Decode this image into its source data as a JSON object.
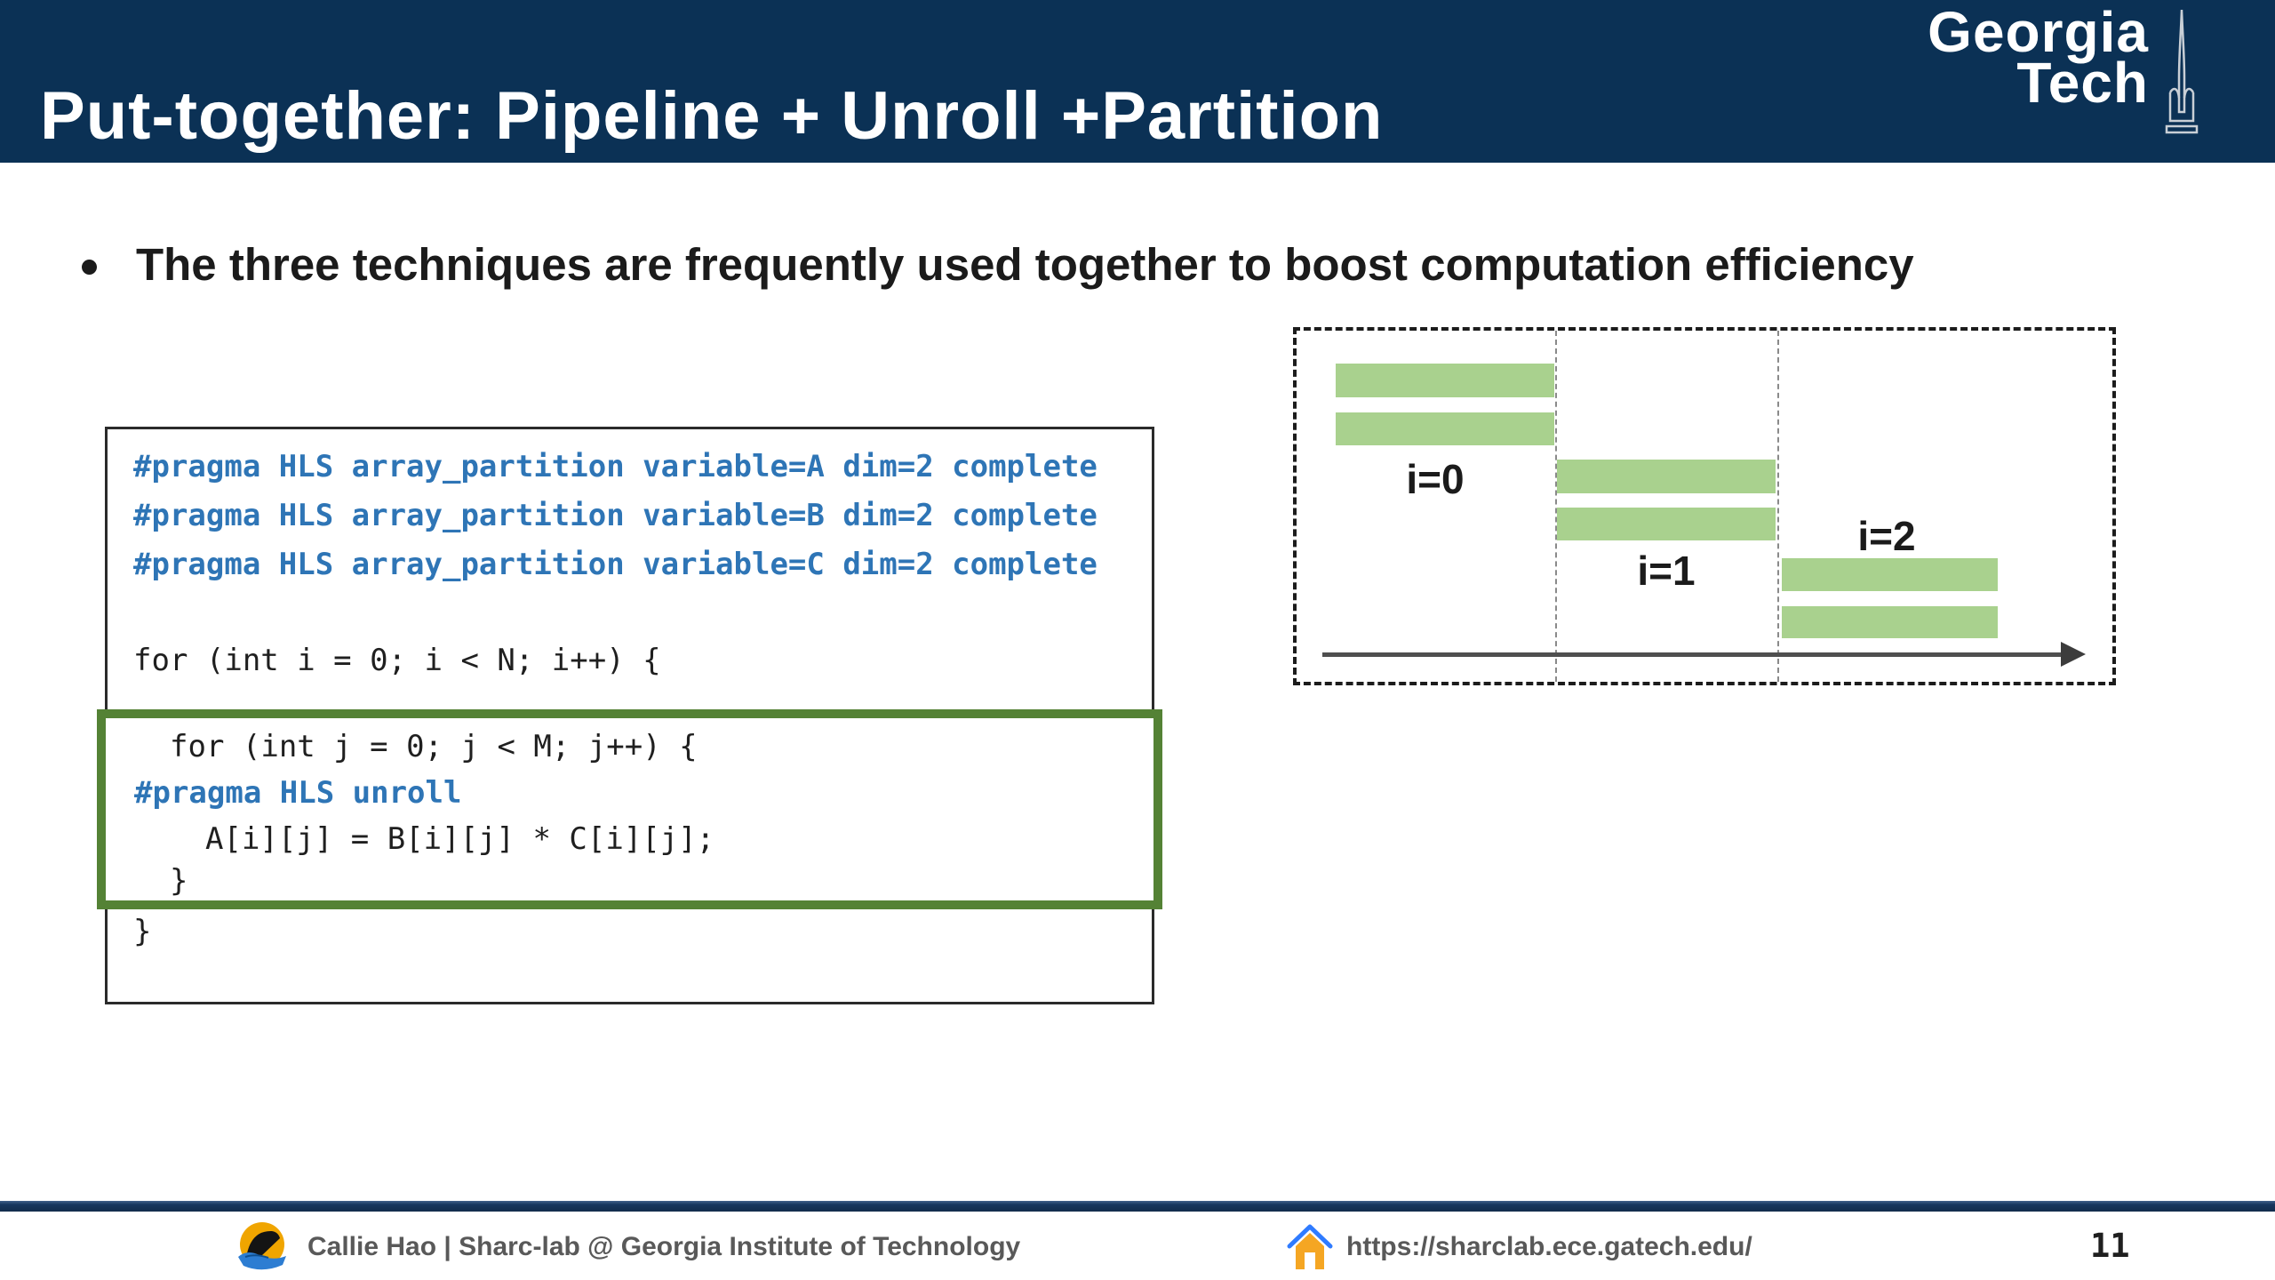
{
  "slide": {
    "title": "Put-together: Pipeline + Unroll +Partition",
    "bullet": "The three techniques are frequently used together to boost computation efficiency",
    "page_number": "11"
  },
  "logo": {
    "line1": "Georgia",
    "line2": "Tech"
  },
  "code": {
    "pragma_a": "#pragma HLS array_partition variable=A dim=2 complete",
    "pragma_b": "#pragma HLS array_partition variable=B dim=2 complete",
    "pragma_c": "#pragma HLS array_partition variable=C dim=2 complete",
    "for_i": "for (int i = 0; i < N; i++) {",
    "for_j": "for (int j = 0; j < M; j++) {",
    "pragma_unroll": "#pragma HLS unroll",
    "body": "A[i][j] = B[i][j] * C[i][j];",
    "close_inner": "}",
    "close_outer": "}"
  },
  "diagram": {
    "type": "pipeline-schedule",
    "labels": [
      "i=0",
      "i=1",
      "i=2"
    ],
    "bars_per_iteration": 2,
    "bar_color": "#a9d18e"
  },
  "footer": {
    "author": "Callie Hao | Sharc-lab @ Georgia Institute of Technology",
    "url": "https://sharclab.ece.gatech.edu/"
  },
  "colors": {
    "header_navy": "#0b3155",
    "footer_navy": "#17375e",
    "pragma_blue": "#2e75b6",
    "highlight_green": "#548235",
    "bar_green": "#a9d18e"
  }
}
